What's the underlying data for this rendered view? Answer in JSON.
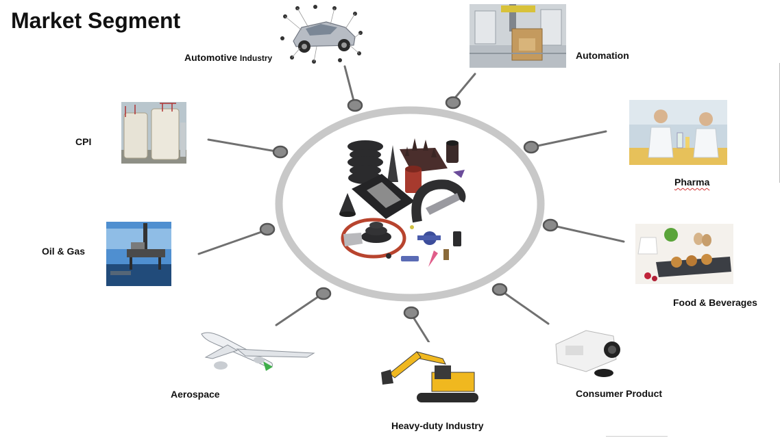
{
  "title": "Market Segment",
  "hub_image": "rubber-parts-collection",
  "segments": [
    {
      "id": "automotive",
      "label": "Automotive",
      "label_small": "Industry",
      "image": "car-parts-exploded-view"
    },
    {
      "id": "automation",
      "label": "Automation",
      "image": "robotic-packaging-line"
    },
    {
      "id": "pharma",
      "label": "Pharma",
      "image": "lab-scientists"
    },
    {
      "id": "food",
      "label": "Food & Beverages",
      "image": "muffins-eggs-tray"
    },
    {
      "id": "consumer",
      "label": "Consumer Product",
      "image": "mini-projector"
    },
    {
      "id": "heavy",
      "label": "Heavy-duty Industry",
      "image": "yellow-excavator"
    },
    {
      "id": "aerospace",
      "label": "Aerospace",
      "image": "passenger-airplane"
    },
    {
      "id": "oilgas",
      "label": "Oil & Gas",
      "image": "offshore-oil-rig"
    },
    {
      "id": "cpi",
      "label": "CPI",
      "image": "chemical-storage-tanks"
    }
  ],
  "colors": {
    "ring": "#c8c8c8",
    "connector": "#707070",
    "node_fill": "#8a8a8a",
    "node_stroke": "#555555"
  }
}
